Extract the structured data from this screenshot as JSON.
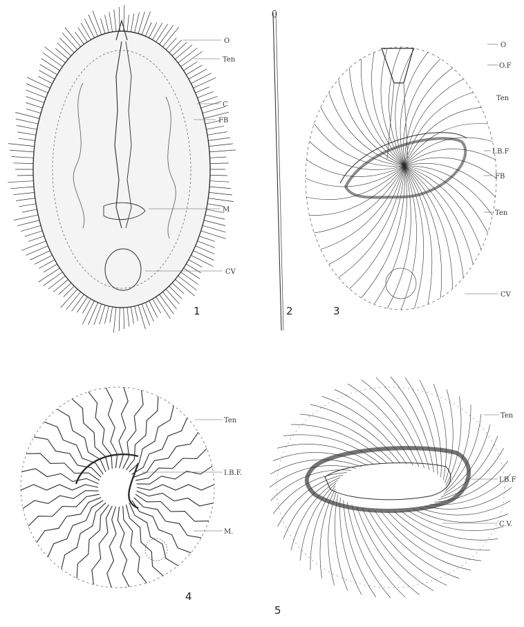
{
  "figures": [
    {
      "number": "1",
      "labels": [
        "O",
        "Ten",
        "C",
        "FB",
        "M",
        "CV"
      ]
    },
    {
      "number": "2",
      "labels": []
    },
    {
      "number": "3",
      "labels": [
        "O",
        "O.F",
        "Ten",
        "I.B.F",
        "FB",
        "Ten",
        "CV"
      ]
    },
    {
      "number": "4",
      "labels": [
        "Ten",
        "I.B.F.",
        "M."
      ]
    },
    {
      "number": "5",
      "labels": [
        "Ten",
        "I.B.F",
        "C.V."
      ]
    }
  ],
  "colors": {
    "ink": "#2a2a2a",
    "paper": "#ffffff"
  }
}
